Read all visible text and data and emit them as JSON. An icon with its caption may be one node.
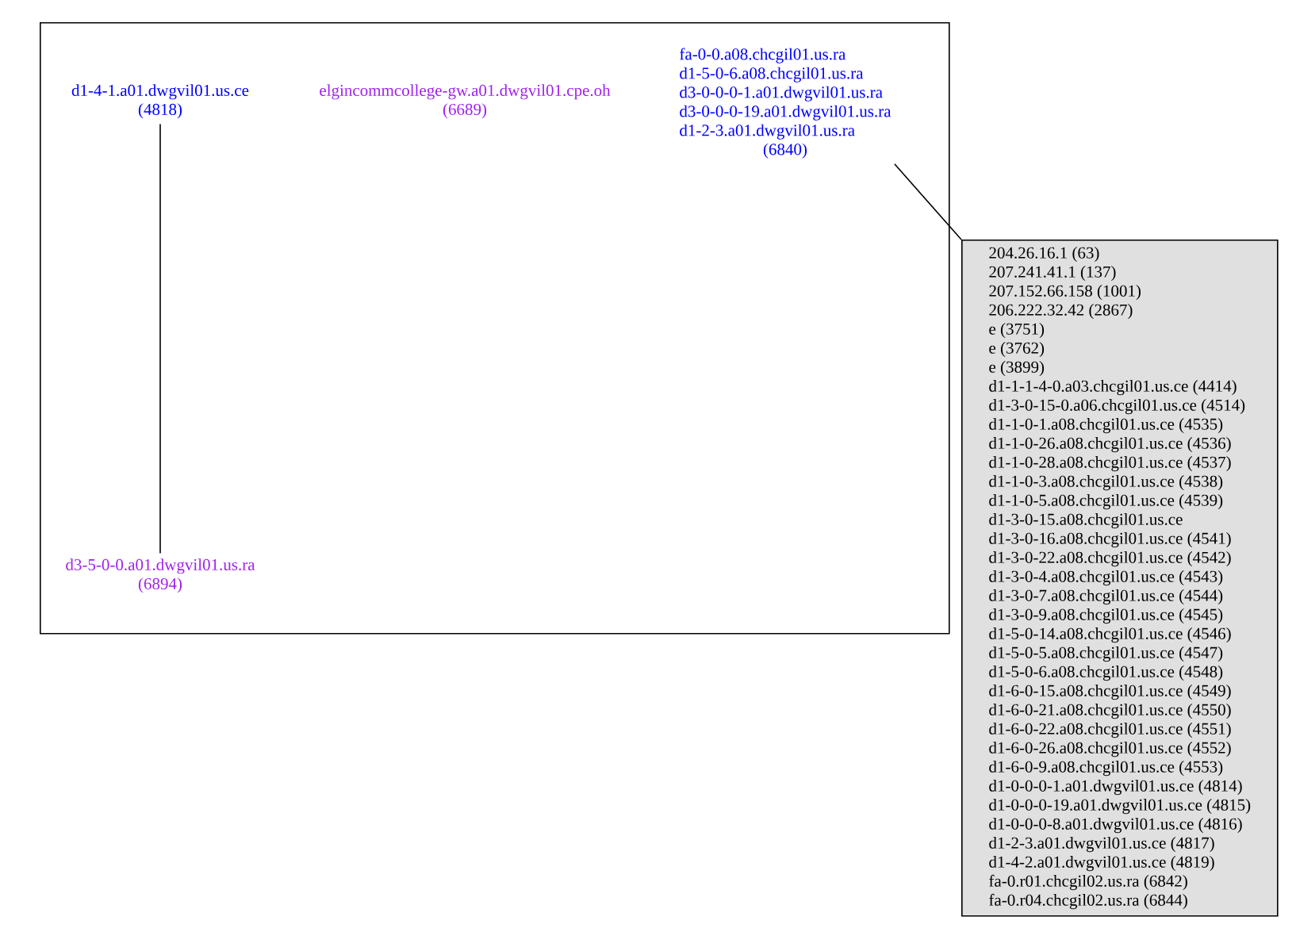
{
  "diagram": {
    "nodes": [
      {
        "text": [],
        "shape": "box"
      },
      {
        "text": [
          "d1-4-1.a01.dwgvil01.us.ce",
          "(4818)"
        ],
        "in": 0
      },
      {
        "text": [
          "elgincommcollege-gw.a01.dwgvil01.cpe.oh",
          "(6689)"
        ],
        "in": 0
      },
      {
        "text": [
          "fa-0-0.a08.chcgil01.us.ra",
          "d1-5-0-6.a08.chcgil01.us.ra",
          "d3-0-0-0-1.a01.dwgvil01.us.ra",
          "d3-0-0-0-19.a01.dwgvil01.us.ra",
          "d1-2-3.a01.dwgvil01.us.ra",
          "(6840)"
        ],
        "in": 0
      },
      {
        "text": [
          "d3-5-0-0.a01.dwgvil01.us.ra",
          "(6894)"
        ],
        "in": 0
      },
      {
        "text": [
          "204.26.16.1 (63)",
          "207.241.41.1 (137)",
          "207.152.66.158 (1001)",
          "206.222.32.42 (2867)",
          "e (3751)",
          "e (3762)",
          "e (3899)",
          "d1-1-1-4-0.a03.chcgil01.us.ce (4414)",
          "d1-3-0-15-0.a06.chcgil01.us.ce (4514)",
          "d1-1-0-1.a08.chcgil01.us.ce (4535)",
          "d1-1-0-26.a08.chcgil01.us.ce (4536)",
          "d1-1-0-28.a08.chcgil01.us.ce (4537)",
          "d1-1-0-3.a08.chcgil01.us.ce (4538)",
          "d1-1-0-5.a08.chcgil01.us.ce (4539)",
          "d1-3-0-15.a08.chcgil01.us.ce",
          "d1-3-0-16.a08.chcgil01.us.ce (4541)",
          "d1-3-0-22.a08.chcgil01.us.ce (4542)",
          "d1-3-0-4.a08.chcgil01.us.ce (4543)",
          "d1-3-0-7.a08.chcgil01.us.ce (4544)",
          "d1-3-0-9.a08.chcgil01.us.ce (4545)",
          "d1-5-0-14.a08.chcgil01.us.ce (4546)",
          "d1-5-0-5.a08.chcgil01.us.ce (4547)",
          "d1-5-0-6.a08.chcgil01.us.ce (4548)",
          "d1-6-0-15.a08.chcgil01.us.ce (4549)",
          "d1-6-0-21.a08.chcgil01.us.ce (4550)",
          "d1-6-0-22.a08.chcgil01.us.ce (4551)",
          "d1-6-0-26.a08.chcgil01.us.ce (4552)",
          "d1-6-0-9.a08.chcgil01.us.ce (4553)",
          "d1-0-0-0-1.a01.dwgvil01.us.ce (4814)",
          "d1-0-0-0-19.a01.dwgvil01.us.ce (4815)",
          "d1-0-0-0-8.a01.dwgvil01.us.ce (4816)",
          "d1-2-3.a01.dwgvil01.us.ce (4817)",
          "d1-4-2.a01.dwgvil01.us.ce (4819)",
          "fa-0.r01.chcgil02.us.ra (6842)",
          "fa-0.r04.chcgil02.us.ra (6844)"
        ]
      }
    ],
    "edges": [
      {
        "from": 1,
        "to": 4,
        "arrow": "none"
      },
      {
        "from": 3,
        "to": 5,
        "arrow": "none"
      }
    ]
  }
}
